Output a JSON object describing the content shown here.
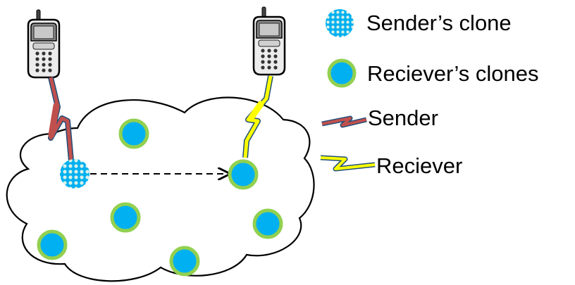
{
  "legend": {
    "sender_clone": "Sender’s clone",
    "receiver_clones": "Reciever’s clones",
    "sender": "Sender",
    "receiver": "Reciever"
  },
  "colors": {
    "clone_fill": "#00b0f0",
    "clone_ring": "#92d050",
    "sender_clone_pattern": "#d8f0e8",
    "sender_bolt": "#c0504d",
    "receiver_bolt": "#ffff00",
    "bolt_outline": "#1f4e79",
    "cloud_outline": "#000000"
  },
  "icons": {
    "phone": "mobile-phone-icon",
    "sender_link": "lightning-bolt-red-icon",
    "receiver_link": "lightning-bolt-yellow-icon"
  }
}
